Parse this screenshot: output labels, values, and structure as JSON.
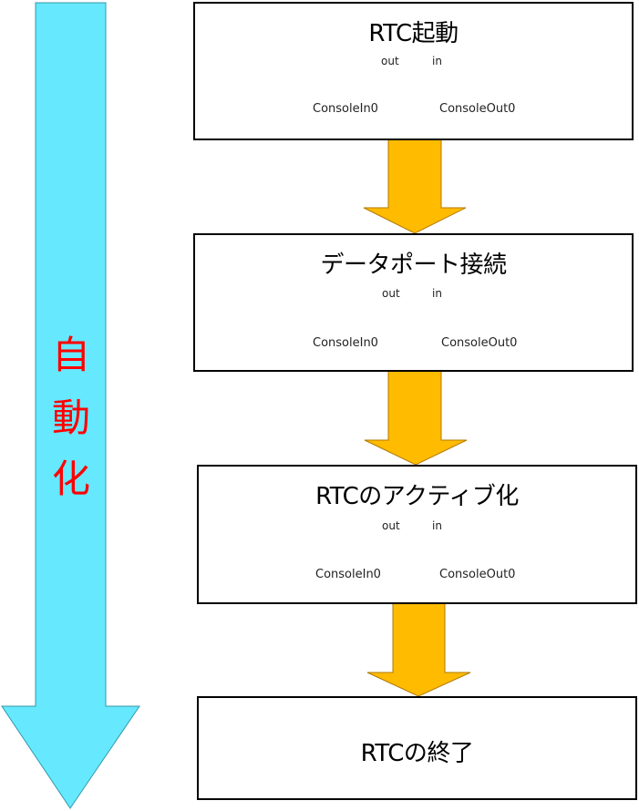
{
  "side_label": [
    "自",
    "動",
    "化"
  ],
  "colors": {
    "side_arrow_fill": "#66e8ff",
    "side_arrow_stroke": "#3399aa",
    "flow_arrow_fill": "#ffbb00",
    "flow_arrow_stroke": "#b07800",
    "inactive_fill": "#0000ff",
    "active_fill": "#00ff00",
    "port_border": "#cc0000",
    "text_red": "#ff0000"
  },
  "steps": [
    {
      "title": "RTC起動",
      "out_label": "out",
      "in_label": "in",
      "left_comp": "ConsoleIn0",
      "right_comp": "ConsoleOut0",
      "state": "inactive",
      "connected": false
    },
    {
      "title": "データポート接続",
      "out_label": "out",
      "in_label": "in",
      "left_comp": "ConsoleIn0",
      "right_comp": "ConsoleOut0",
      "state": "inactive",
      "connected": true
    },
    {
      "title": "RTCのアクティブ化",
      "out_label": "out",
      "in_label": "in",
      "left_comp": "ConsoleIn0",
      "right_comp": "ConsoleOut0",
      "state": "active",
      "connected": true
    },
    {
      "title": "RTCの終了"
    }
  ]
}
